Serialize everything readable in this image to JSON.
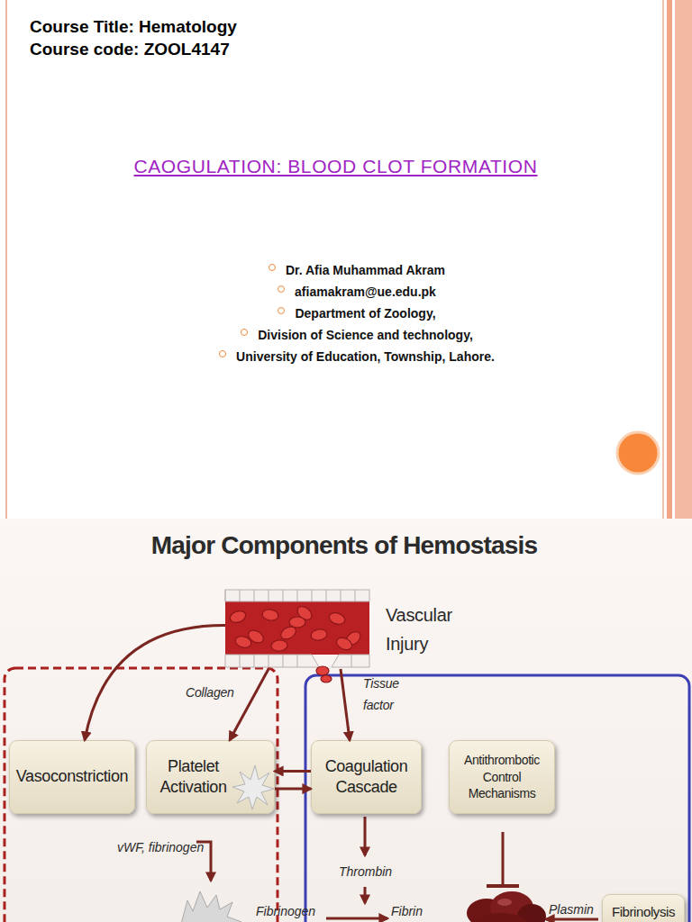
{
  "diagram": {
    "title": "CAOGULATION: BLOOD CLOT FORMATION",
    "nodes": [
      {
        "text": [
          "Vascular Injury"
        ]
      },
      {
        "text": [
          "Vasoconstriction"
        ]
      },
      {
        "text": [
          "Platelet Activation"
        ]
      },
      {
        "text": [
          "Coagulation Cascade"
        ]
      },
      {
        "text": [
          "Antithrombotic Control Mechanisms"
        ]
      },
      {
        "text": [
          "Fibrinolysis"
        ]
      }
    ],
    "edges": [
      {
        "from": 0,
        "to": 1,
        "arrow": "to"
      },
      {
        "from": 0,
        "to": 2,
        "label": "Collagen",
        "arrow": "to"
      },
      {
        "from": 0,
        "to": 3,
        "label": "Tissue factor",
        "arrow": "to"
      },
      {
        "from": 3,
        "to": 2,
        "arrow": "to"
      },
      {
        "from": 2,
        "to": 3,
        "arrow": "to"
      }
    ],
    "labels": [
      "Course Title: Hematology",
      "Course code: ZOOL4147",
      "Dr. Afia Muhammad Akram",
      "afiamakram@ue.edu.pk",
      "Department of Zoology,",
      "Division of Science and technology,",
      "University of Education, Township, Lahore.",
      "Major Components of Hemostasis",
      "vWF, fibrinogen",
      "Thrombin",
      "Fibrinogen",
      "Fibrin",
      "Plasmin"
    ]
  }
}
